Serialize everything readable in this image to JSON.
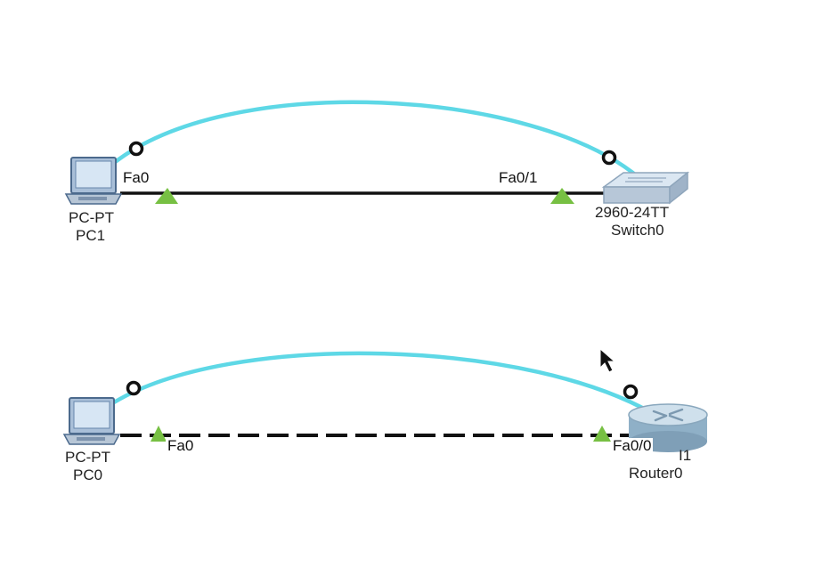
{
  "devices": {
    "pc1": {
      "model": "PC-PT",
      "name": "PC1",
      "icon": "pc-icon"
    },
    "switch0": {
      "model": "2960-24TT",
      "name": "Switch0",
      "icon": "switch-icon"
    },
    "pc0": {
      "model": "PC-PT",
      "name": "PC0",
      "icon": "pc-icon"
    },
    "router0": {
      "model": "I1",
      "name": "Router0",
      "icon": "router-icon"
    }
  },
  "links": {
    "pc1_switch0": {
      "a_port": "Fa0",
      "b_port": "Fa0/1",
      "style": "solid",
      "status": "up"
    },
    "pc0_router0": {
      "a_port": "Fa0",
      "b_port": "Fa0/0",
      "style": "dashed",
      "status": "up"
    }
  },
  "colors": {
    "console_cable": "#5ed8e6",
    "link_up": "#77c043",
    "cable": "#111111"
  }
}
